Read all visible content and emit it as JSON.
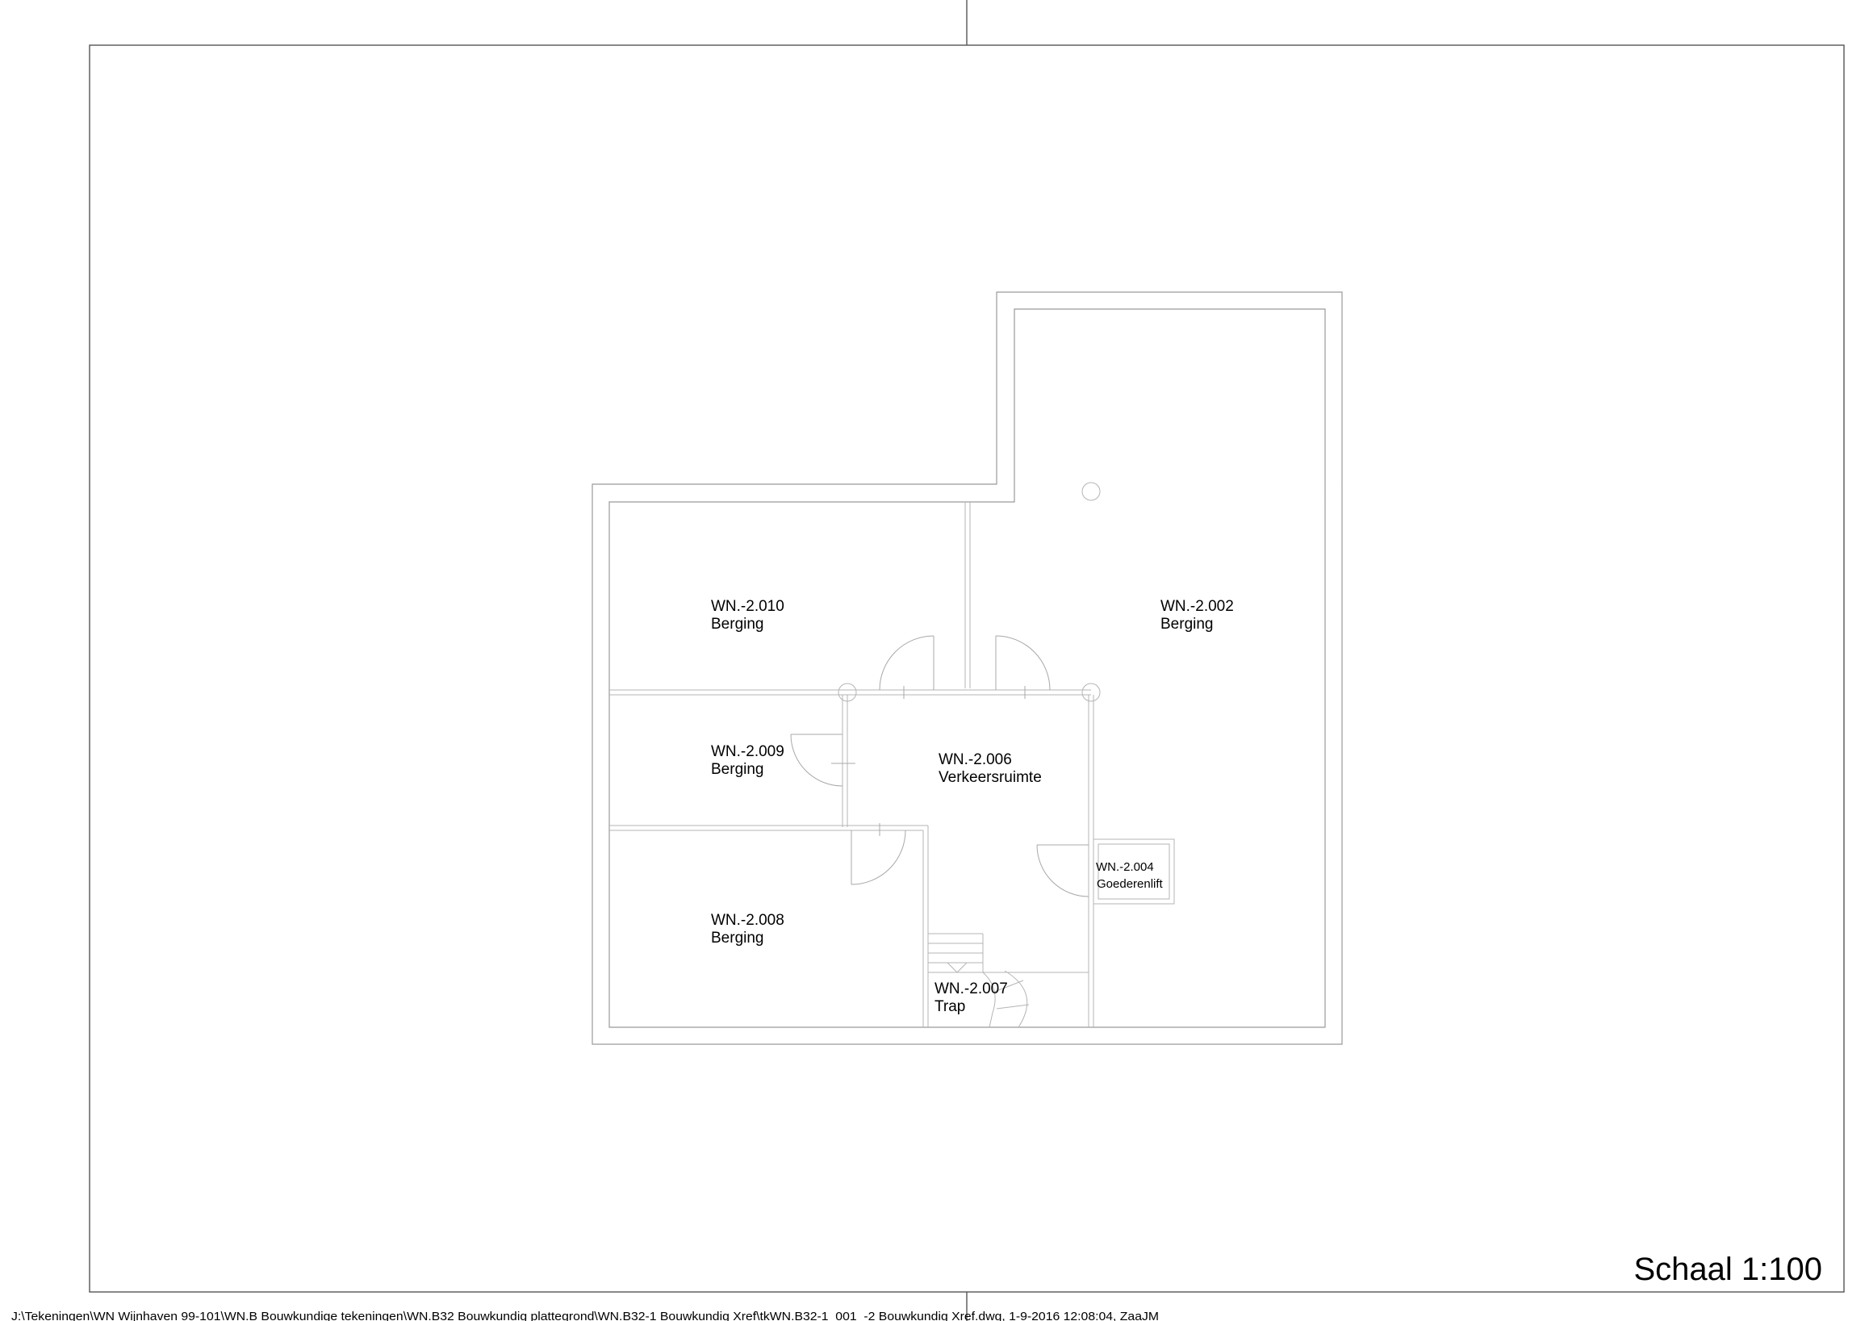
{
  "drawing": {
    "scale_label": "Schaal 1:100",
    "file_path": "J:\\Tekeningen\\WN Wijnhaven 99-101\\WN.B Bouwkundige tekeningen\\WN.B32 Bouwkundig plattegrond\\WN.B32-1 Bouwkundig Xref\\tkWN.B32-1_001_-2 Bouwkundig Xref.dwg, 1-9-2016 12:08:04, ZaaJM"
  },
  "rooms": [
    {
      "code": "WN.-2.010",
      "name": "Berging"
    },
    {
      "code": "WN.-2.002",
      "name": "Berging"
    },
    {
      "code": "WN.-2.009",
      "name": "Berging"
    },
    {
      "code": "WN.-2.006",
      "name": "Verkeersruimte"
    },
    {
      "code": "WN.-2.004",
      "name": "Goederenlift"
    },
    {
      "code": "WN.-2.008",
      "name": "Berging"
    },
    {
      "code": "WN.-2.007",
      "name": "Trap"
    }
  ]
}
